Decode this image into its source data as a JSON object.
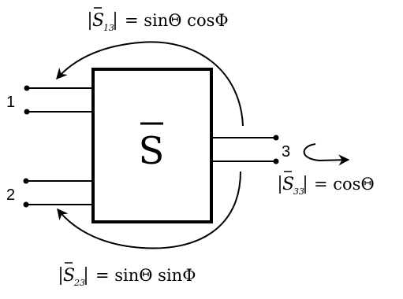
{
  "matrix": {
    "symbol": "S"
  },
  "ports": [
    {
      "label": "1"
    },
    {
      "label": "2"
    },
    {
      "label": "3"
    }
  ],
  "equations": {
    "s13": {
      "symbol": "S",
      "subscript": "13",
      "rhs": "= sinΘ cosΦ"
    },
    "s33": {
      "symbol": "S",
      "subscript": "33",
      "rhs": "= cosΘ"
    },
    "s23": {
      "symbol": "S",
      "subscript": "23",
      "rhs": "= sinΘ sinΦ"
    }
  }
}
